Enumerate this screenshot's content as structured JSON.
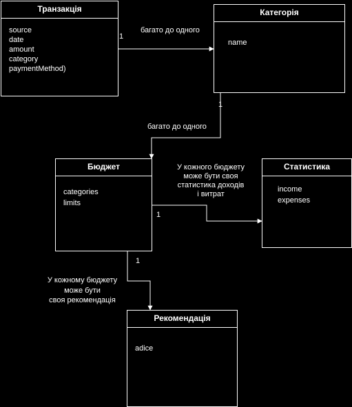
{
  "entities": {
    "transaction": {
      "title": "Транзакція",
      "attrs": [
        "source",
        "date",
        "amount",
        "category",
        "paymentMethod)"
      ]
    },
    "category": {
      "title": "Категорія",
      "attrs": [
        "name"
      ]
    },
    "budget": {
      "title": "Бюджет",
      "attrs": [
        "categories",
        "limits"
      ]
    },
    "statistics": {
      "title": "Статистика",
      "attrs": [
        "income",
        "expenses"
      ]
    },
    "recommendation": {
      "title": "Рекомендація",
      "attrs": [
        "adice"
      ]
    }
  },
  "relations": {
    "transaction_category": {
      "label": "багато до одного",
      "multiplicity": "1"
    },
    "category_budget": {
      "label": "багато до одного",
      "multiplicity": "1"
    },
    "budget_statistics": {
      "label_lines": [
        "У кожного бюджету",
        "може бути своя",
        "статистика доходів",
        "і витрат"
      ],
      "multiplicity": "1"
    },
    "budget_recommendation": {
      "label_lines": [
        "У кожному бюджету",
        "може бути",
        "своя рекомендація"
      ],
      "multiplicity": "1"
    }
  }
}
